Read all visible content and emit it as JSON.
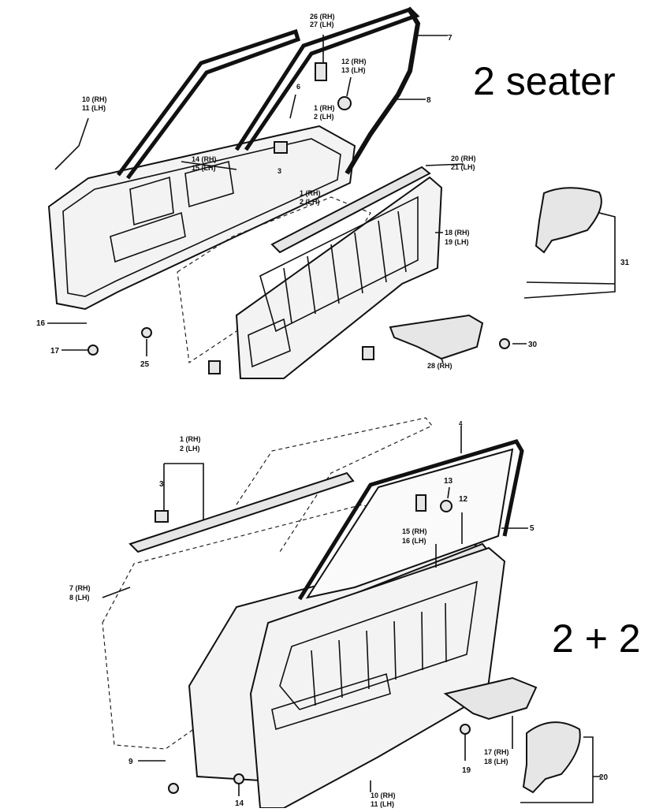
{
  "labels": {
    "top": "2 seater",
    "bottom": "2 + 2"
  },
  "top_callouts": {
    "c26": "26 (RH)",
    "c27": "27 (LH)",
    "c7": "7",
    "c12": "12 (RH)",
    "c13": "13 (LH)",
    "c8": "8",
    "c6": "6",
    "c1a": "1 (RH)",
    "c2a": "2 (LH)",
    "c10": "10 (RH)",
    "c11": "11 (LH)",
    "c14": "14 (RH)",
    "c15": "15 (LH)",
    "c3": "3",
    "c1b": "1 (RH)",
    "c2b": "2 (LH)",
    "c20": "20 (RH)",
    "c21": "21 (LH)",
    "c18": "18 (RH)",
    "c19": "19 (LH)",
    "c31": "31",
    "c16": "16",
    "c17": "17",
    "c25": "25",
    "c30": "30",
    "c28": "28 (RH)"
  },
  "bottom_callouts": {
    "c4": "4",
    "c1": "1 (RH)",
    "c2": "2 (LH)",
    "c3": "3",
    "c13": "13",
    "c12": "12",
    "c5": "5",
    "c15": "15 (RH)",
    "c16": "16 (LH)",
    "c7": "7 (RH)",
    "c8": "8 (LH)",
    "c9": "9",
    "c14": "14",
    "c10": "10 (RH)",
    "c11": "11 (LH)",
    "c19": "19",
    "c17": "17 (RH)",
    "c18": "18 (LH)",
    "c20": "20"
  }
}
